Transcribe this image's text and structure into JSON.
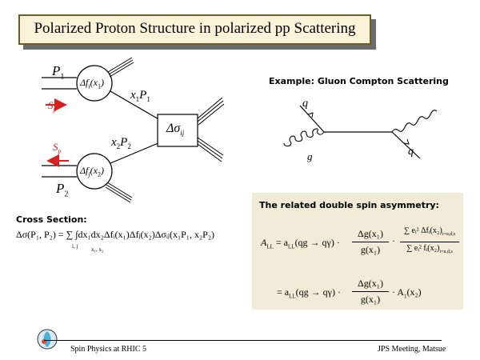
{
  "title": "Polarized Proton Structure in polarized pp Scattering",
  "diagram": {
    "p1": "P",
    "p1_sub": "1",
    "p2": "P",
    "p2_sub": "2",
    "f1": "Δf",
    "f1_sub": "i",
    "f1_arg": "(x",
    "f1_arg_sub": "1",
    "f2": "Δf",
    "f2_sub": "j",
    "f2_arg": "(x",
    "f2_arg_sub": "2",
    "x1p1": "x",
    "x1p1_sub": "1",
    "x1p1_p": "P",
    "x2p2": "x",
    "x2p2_sub": "2",
    "x2p2_p": "P",
    "sigma": "Δσ",
    "sigma_sub": "ij",
    "spin1": "S",
    "spin1_sub": "p",
    "spin2": "S",
    "spin2_sub": "p",
    "colors": {
      "spin": "#d62020",
      "line": "#000000"
    }
  },
  "example": {
    "title": "Example: Gluon Compton Scattering",
    "q_in": "q",
    "q_out": "q",
    "g": "g"
  },
  "cross_section": {
    "title": "Cross Section:",
    "formula": "Δσ(P₁, P₂) = ∑ ∫dx₁dx₂Δfᵢ(x₁)Δfⱼ(x₂)Δσᵢⱼ(x₁P₁, x₂P₂)",
    "sum_index": "i, j",
    "int_index": "x₁, x₂"
  },
  "asymmetry": {
    "title": "The related double spin asymmetry:",
    "lhs": "A",
    "lhs_sub": "LL",
    "eq1_a": "= a",
    "eq1_a_sub": "LL",
    "eq1_b": "(qg → qγ) ·",
    "frac1_num": "Δg(x₁)",
    "frac1_den": "g(x₁)",
    "frac2_num": "∑ eᵢ² Δfᵢ(x₂)",
    "frac2_num_sub": "i=u,d,s",
    "frac2_den": "∑ eᵢ² fᵢ(x₂)",
    "frac2_den_sub": "i=u,d,s",
    "eq2_a": "= a",
    "eq2_a_sub": "LL",
    "eq2_b": "(qg → qγ) ·",
    "eq2_tail": "· A",
    "eq2_tail_sub": "1",
    "eq2_tail_arg": "(x₂)"
  },
  "footer": {
    "left": "Spin Physics at RHIC   5",
    "right": "JPS Meeting, Matsue"
  }
}
